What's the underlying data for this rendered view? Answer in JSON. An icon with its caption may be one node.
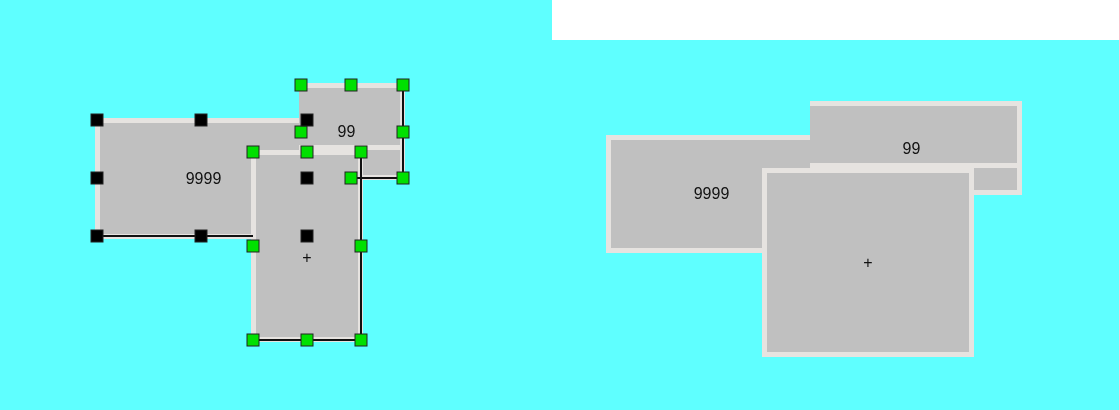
{
  "diagram": {
    "nodes": [
      {
        "text": [
          "9999"
        ]
      },
      {
        "text": [
          "99"
        ]
      },
      {
        "text": [
          "+"
        ]
      },
      {
        "text": [
          "9999"
        ]
      },
      {
        "text": [
          "99"
        ]
      },
      {
        "text": [
          "+"
        ]
      }
    ]
  }
}
